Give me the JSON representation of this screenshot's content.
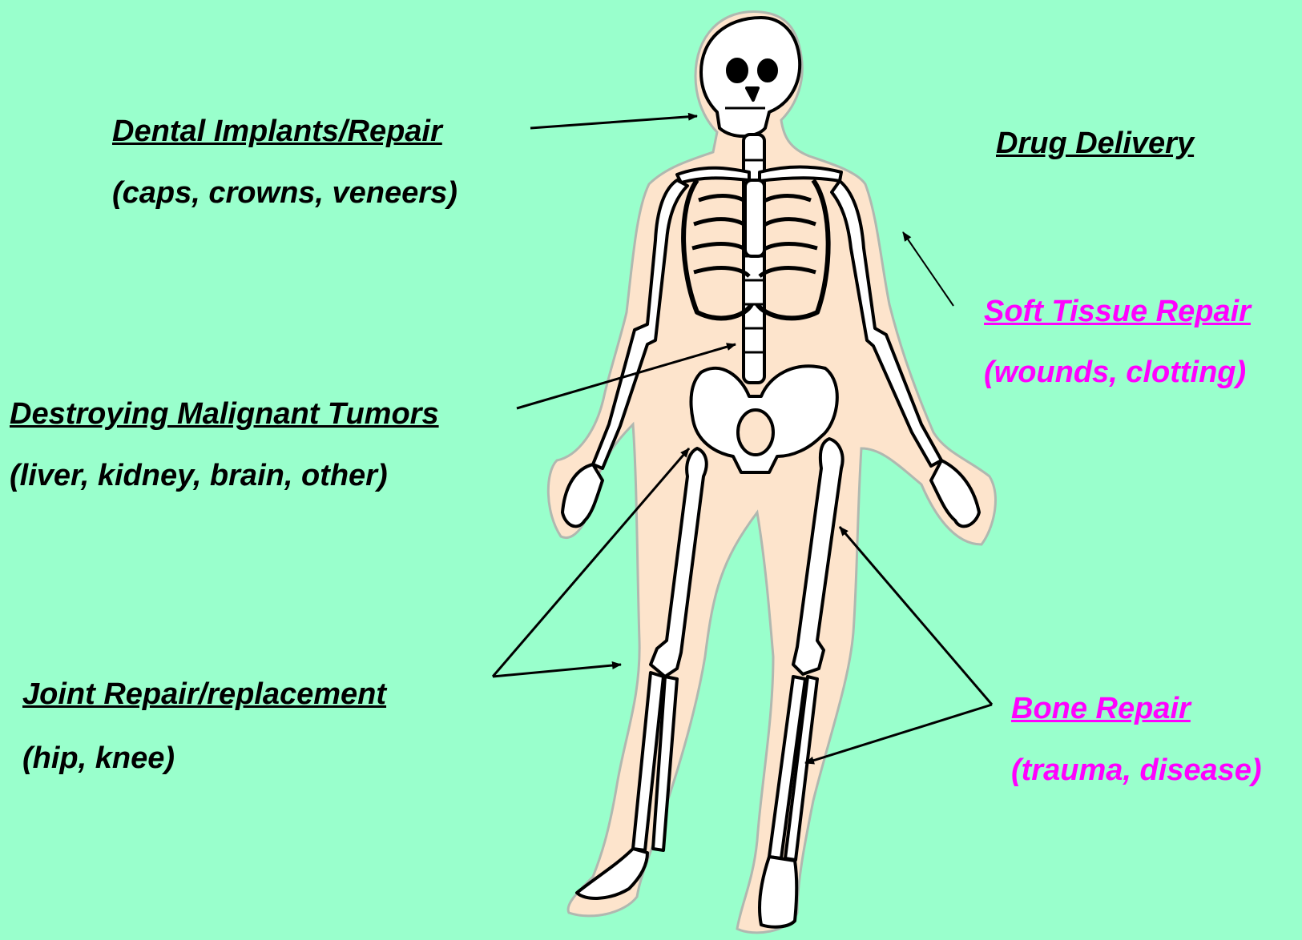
{
  "colors": {
    "background": "#99ffcc",
    "body_fill": "#fde4cc",
    "bone": "#ffffff",
    "outline": "#000000",
    "highlight": "#ff00ff"
  },
  "labels": {
    "dental": {
      "title": "Dental  Implants/Repair",
      "sub": "(caps, crowns, veneers)"
    },
    "drug": {
      "title": "Drug Delivery"
    },
    "soft_tissue": {
      "title": "Soft Tissue Repair",
      "sub": "(wounds, clotting)"
    },
    "tumors": {
      "title": "Destroying Malignant Tumors",
      "sub": "(liver, kidney, brain, other)"
    },
    "joint": {
      "title": "Joint Repair/replacement",
      "sub": "(hip, knee)"
    },
    "bone": {
      "title": "Bone Repair",
      "sub": "(trauma, disease)"
    }
  }
}
